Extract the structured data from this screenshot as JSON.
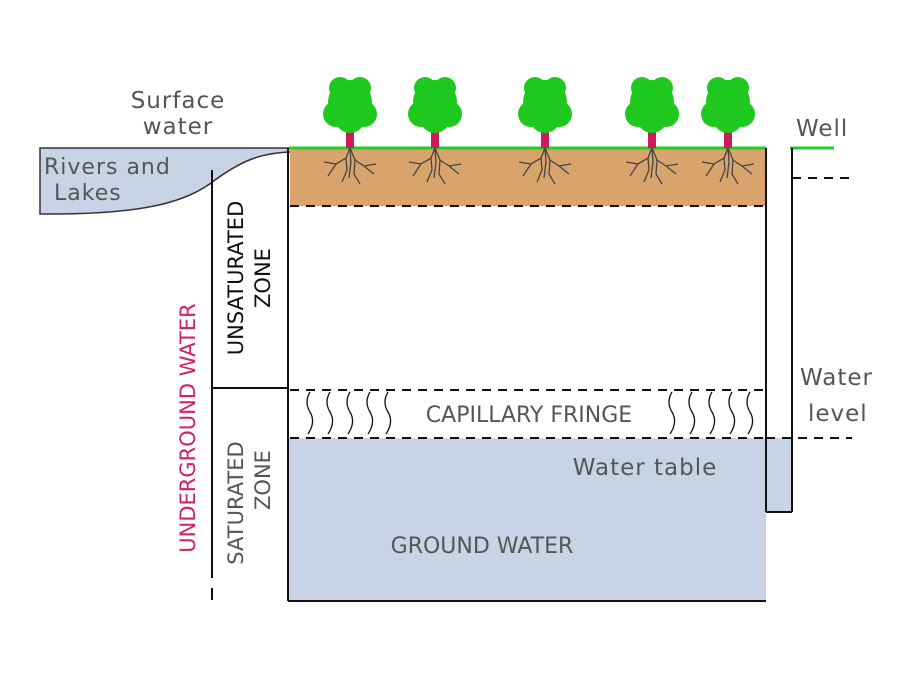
{
  "labels": {
    "surface_water": [
      "Surface",
      "water"
    ],
    "rivers_lakes": [
      "Rivers and",
      "Lakes"
    ],
    "well": "Well",
    "water_level": [
      "Water",
      "level"
    ],
    "unsaturated_zone": [
      "UNSATURATED",
      "ZONE"
    ],
    "saturated_zone": [
      "SATURATED",
      "ZONE"
    ],
    "underground_water": "UNDERGROUND WATER",
    "capillary_fringe": "CAPILLARY FRINGE",
    "water_table": "Water table",
    "ground_water": "GROUND WATER"
  },
  "colors": {
    "soil": "#d9a46b",
    "water": "#c8d3e6",
    "grass": "#22cc22",
    "foliage": "#1ec81e",
    "trunk": "#cc1a5a",
    "line": "#111111",
    "label_text": "#555555",
    "underground_text": "#d0226a"
  },
  "tree_count": 5
}
